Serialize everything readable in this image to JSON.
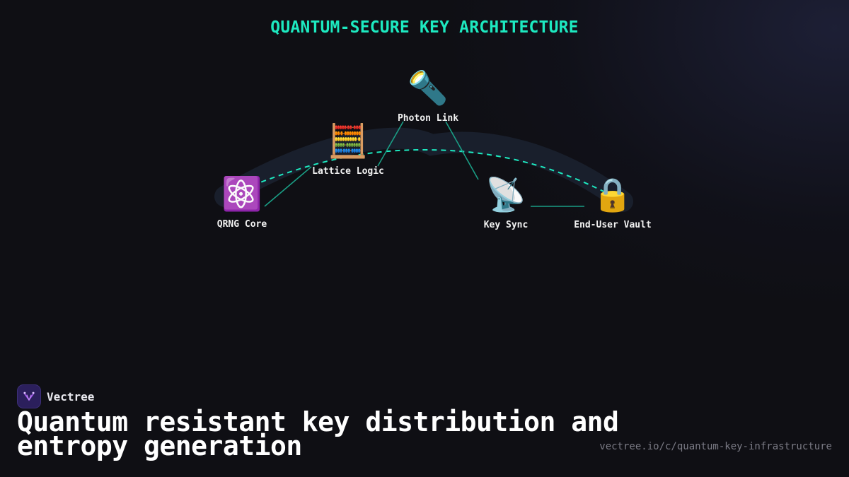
{
  "title": "QUANTUM-SECURE KEY ARCHITECTURE",
  "nodes": [
    {
      "id": "qrng",
      "icon": "atom-icon",
      "glyph": "⚛️",
      "label": "QRNG Core"
    },
    {
      "id": "lattice",
      "icon": "abacus-icon",
      "glyph": "🧮",
      "label": "Lattice Logic"
    },
    {
      "id": "photon",
      "icon": "flashlight-icon",
      "glyph": "🔦",
      "label": "Photon Link"
    },
    {
      "id": "keysync",
      "icon": "satellite-dish-icon",
      "glyph": "📡",
      "label": "Key Sync"
    },
    {
      "id": "vault",
      "icon": "lock-icon",
      "glyph": "🔒",
      "label": "End-User Vault"
    }
  ],
  "brand": {
    "name": "Vectree",
    "logo_icon": "vectree-logo-icon"
  },
  "headline": "Quantum resistant key distribution and entropy generation",
  "url": "vectree.io/c/quantum-key-infrastructure",
  "colors": {
    "accent": "#1de9c0",
    "connector": "#1a9e85",
    "background": "#0f0f14",
    "arc_band": "#1b2230"
  }
}
